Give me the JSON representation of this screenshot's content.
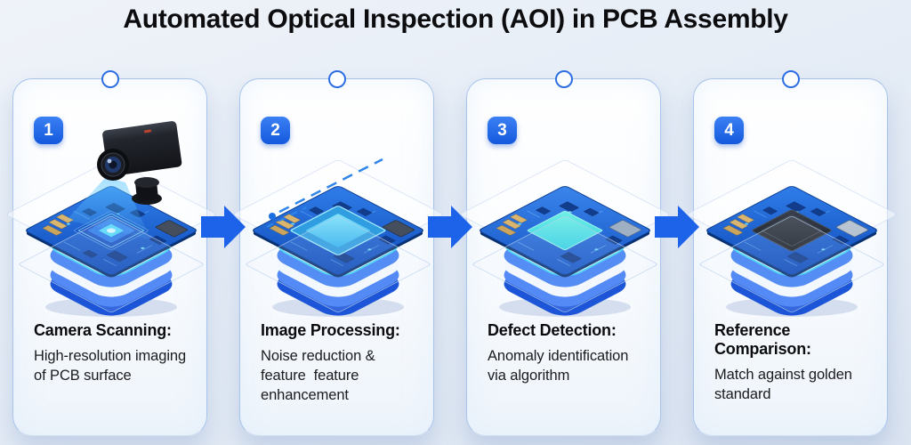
{
  "title": "Automated Optical Inspection (AOI) in PCB Assembly",
  "colors": {
    "accent_blue": "#1d63ea",
    "badge_blue": "#1a5fe0",
    "card_border_blue": "#a9c4ec",
    "ring_blue": "#2d6fe2",
    "glow_cyan": "#45d3f4",
    "pcb_blue": "#1c5ccb",
    "platform_blue": "#2e6ff0",
    "title_color": "#0d0d0f"
  },
  "steps": [
    {
      "number": "1",
      "title": "Camera Scanning:",
      "description": "High-resolution imaging\nof PCB surface",
      "illustration": "camera-scanning-pcb"
    },
    {
      "number": "2",
      "title": "Image Processing:",
      "description": "Noise reduction &\nfeature  feature\nenhancement",
      "illustration": "pcb-glowing-chip-scanlines"
    },
    {
      "number": "3",
      "title": "Defect Detection:",
      "description": "Anomaly identification\nvia algorithm",
      "illustration": "pcb-highlighted-chip"
    },
    {
      "number": "4",
      "title": "Reference Comparison:",
      "description": "Match against golden\nstandard",
      "illustration": "pcb-dark-chip-golden-reference"
    }
  ],
  "arrow_icon": "right-arrow"
}
